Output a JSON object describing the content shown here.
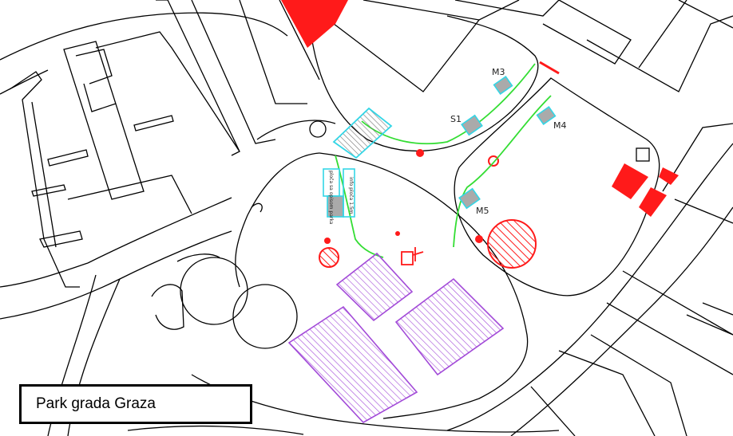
{
  "map": {
    "title": "Park grada Graza",
    "labels": {
      "m3": "M3",
      "s1": "S1",
      "m4": "M4",
      "m5": "M5",
      "sign_text": "ploča sa opisom parka",
      "sign_strip_text": "info ploča 1.5m"
    },
    "colors": {
      "linework": "#000000",
      "red_fill": "#ff1a1a",
      "cyan_outline": "#33d6e6",
      "green_path": "#33dd33",
      "purple_hatch": "#a24ad8"
    }
  }
}
